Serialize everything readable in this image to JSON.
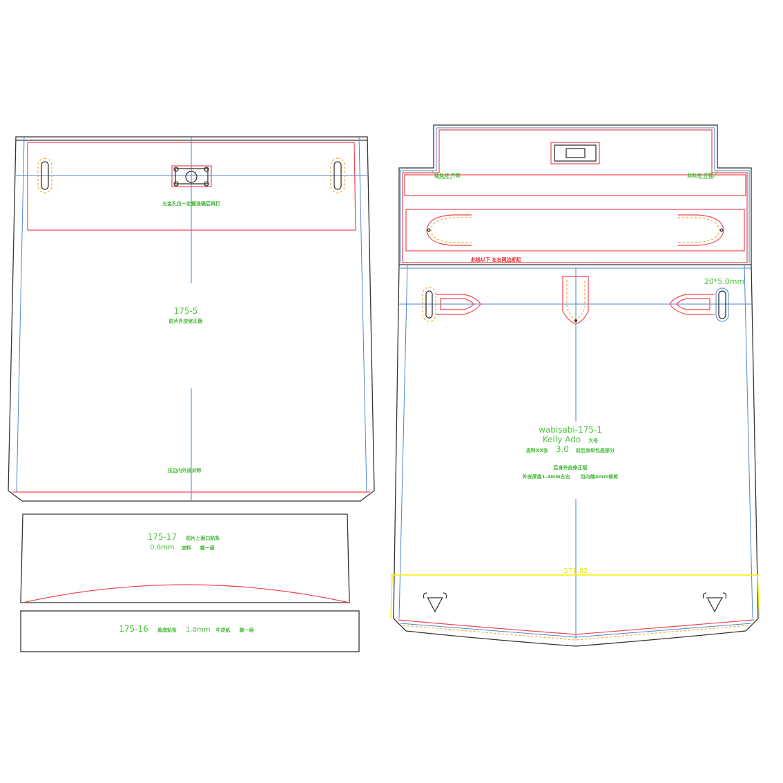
{
  "left_panel": {
    "note_top": "五金孔位一定要准确后再打",
    "code": "175-5",
    "subtitle": "前片外皮修正版",
    "note_bottom": "压边内外皮对称"
  },
  "strip_17": {
    "code": "175-17",
    "desc": "前片上面口贴条",
    "spec": "0.8mm",
    "material": "皮料",
    "cut": "裁一层"
  },
  "strip_16": {
    "code": "175-16",
    "desc": "盖底贴条",
    "spec": "1.0mm",
    "material": "牛皮纸",
    "cut": "裁一层"
  },
  "right_panel": {
    "flap_note_left": "此处对 齐背",
    "flap_note_right": "此处对 齐背",
    "fold_note": "此线以下   左右两边折起",
    "slot_size": "20*5.0mm",
    "title": "wabisabi-175-1",
    "model": "Kelly Ado",
    "size": "大号",
    "leather_prefix": "皮料XX张",
    "thickness": "3.0",
    "leather_suffix": "前后身和包底部分",
    "revision": "后身外皮修正版",
    "note_thickness": "外皮厚度1.4mm左右",
    "note_trim": "包内缩4mm修剪",
    "dimension": "271.82"
  }
}
